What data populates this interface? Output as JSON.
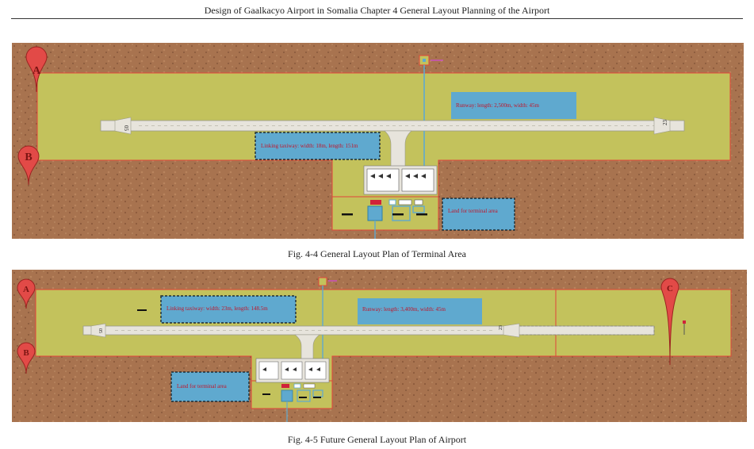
{
  "header": {
    "text": "Design of Gaalkacyo Airport in Somalia    Chapter 4 General Layout Planning of the Airport"
  },
  "figure1": {
    "caption": "Fig. 4-4 General Layout Plan of Terminal Area",
    "runway_label": "Runway: length: 2,500m, width: 45m",
    "taxiway_label": "Linking taxiway: width: 18m, length: 151m",
    "terminal_label": "Land for terminal area",
    "runway_end_left": "05",
    "runway_end_right": "23",
    "marker_a": "A",
    "marker_b": "B"
  },
  "figure2": {
    "caption": "Fig. 4-5 Future General Layout Plan of Airport",
    "runway_label": "Runway: length: 3,400m, width: 45m",
    "taxiway_label": "Linking taxiway: width: 23m, length: 148.5m",
    "terminal_label": "Land for terminal area",
    "runway_end_left": "05",
    "runway_end_right": "23",
    "marker_a": "A",
    "marker_b": "B",
    "marker_c": "C"
  },
  "colors": {
    "terrain": "#a8734f",
    "airfield_zone": "#c3c25c",
    "runway": "#e7e4dc",
    "label_box": "#5fa9cf",
    "label_text": "#c0152a",
    "marker_pin": "#e24a47",
    "boundary": "#e2443a"
  }
}
